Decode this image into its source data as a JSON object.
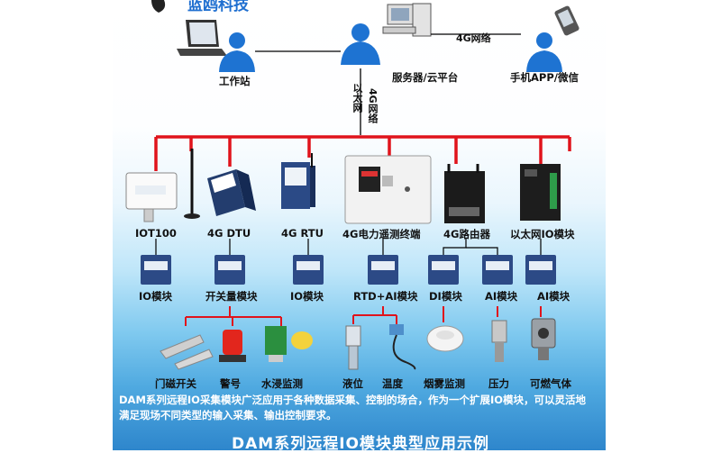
{
  "brand": "蓝鸥科技",
  "top_nodes": {
    "workstation": "工作站",
    "server": "服务器/云平台",
    "mobile": "手机APP/微信"
  },
  "links": {
    "server_to_mobile": "4G网络",
    "ethernet": "以太网",
    "network_4g": "4G网络"
  },
  "gateways": [
    "IOT100",
    "4G DTU",
    "4G RTU",
    "4G电力遥测终端",
    "4G路由器",
    "以太网IO模块"
  ],
  "modules": [
    "IO模块",
    "开关量模块",
    "IO模块",
    "RTD+AI模块",
    "DI模块",
    "AI模块",
    "AI模块"
  ],
  "sensors": [
    "门磁开关",
    "警号",
    "水浸监测",
    "液位",
    "温度",
    "烟雾监测",
    "压力",
    "可燃气体"
  ],
  "description": "DAM系列远程IO采集模块广泛应用于各种数据采集、控制的场合，作为一个扩展IO模块，可以灵活地满足现场不同类型的输入采集、输出控制要求。",
  "title": "DAM系列远程IO模块典型应用示例",
  "colors": {
    "bus": "#e0131b",
    "person": "#1e73d2",
    "device": "#2c4a86",
    "background_bottom": "#2e86cc"
  }
}
